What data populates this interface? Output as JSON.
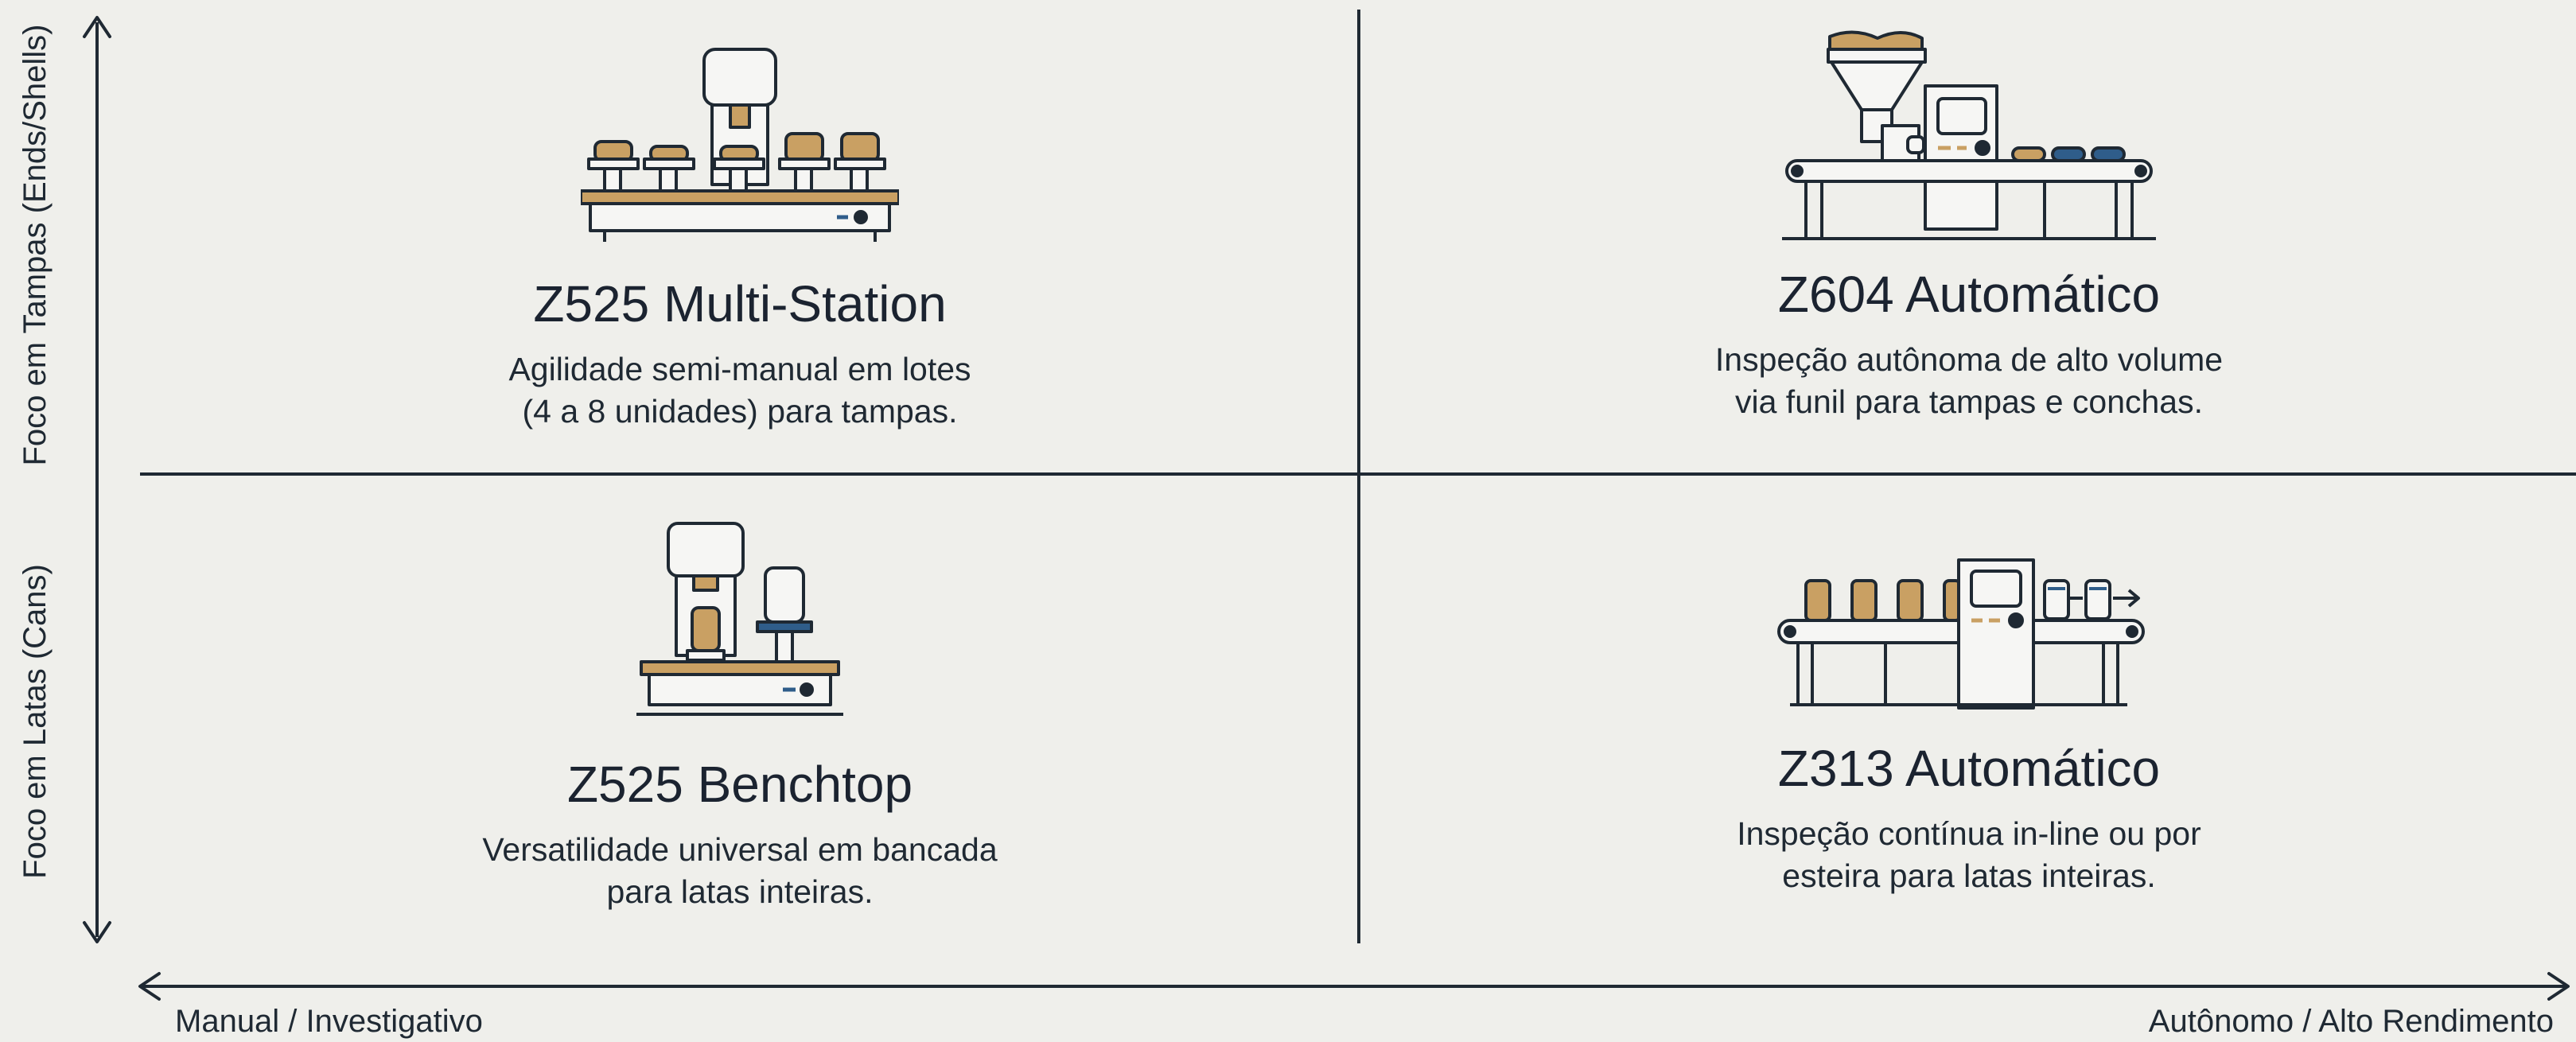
{
  "axes": {
    "y_top_label": "Foco em Tampas (Ends/Shells)",
    "y_bottom_label": "Foco em Latas (Cans)",
    "x_left_label": "Manual / Investigativo",
    "x_right_label": "Autônomo / Alto Rendimento"
  },
  "quadrants": {
    "top_left": {
      "title": "Z525 Multi-Station",
      "desc_line1": "Agilidade semi-manual em lotes",
      "desc_line2": "(4 a 8 unidades) para tampas.",
      "icon": "multi-station-machine-icon"
    },
    "top_right": {
      "title": "Z604 Automático",
      "desc_line1": "Inspeção autônoma de alto volume",
      "desc_line2": "via funil para tampas e conchas.",
      "icon": "hopper-conveyor-machine-icon"
    },
    "bottom_left": {
      "title": "Z525 Benchtop",
      "desc_line1": "Versatilidade universal em bancada",
      "desc_line2": "para latas inteiras.",
      "icon": "benchtop-machine-icon"
    },
    "bottom_right": {
      "title": "Z313 Automático",
      "desc_line1": "Inspeção contínua in-line ou por",
      "desc_line2": "esteira para latas inteiras.",
      "icon": "inline-conveyor-machine-icon"
    }
  },
  "colors": {
    "background": "#efefeb",
    "ink": "#1f2933",
    "gold": "#c9a063",
    "blue": "#2f5d8a",
    "machine": "#f6f6f4"
  }
}
